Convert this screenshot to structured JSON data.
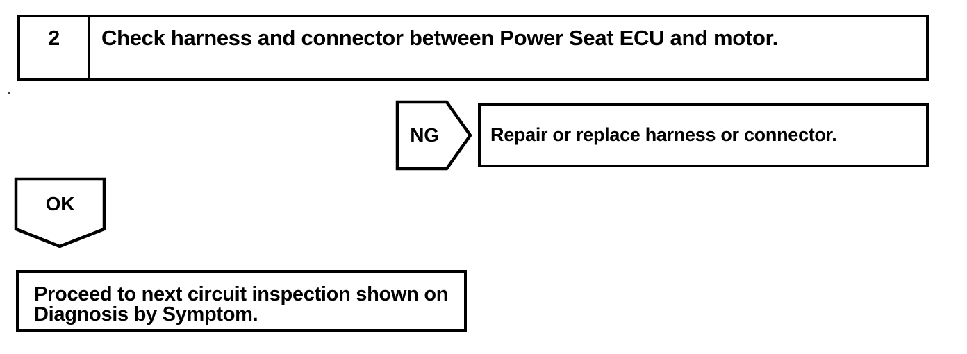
{
  "flowchart": {
    "step": {
      "number": "2",
      "title": "Check harness and connector between Power Seat ECU and motor."
    },
    "ng_branch": {
      "connector_label": "NG",
      "action": "Repair or replace harness or connector."
    },
    "ok_branch": {
      "connector_label": "OK",
      "result_lines": [
        "Proceed to next circuit inspection shown on",
        "Diagnosis by Symptom."
      ]
    },
    "colors": {
      "ink": "#000000",
      "paper": "#ffffff"
    }
  }
}
